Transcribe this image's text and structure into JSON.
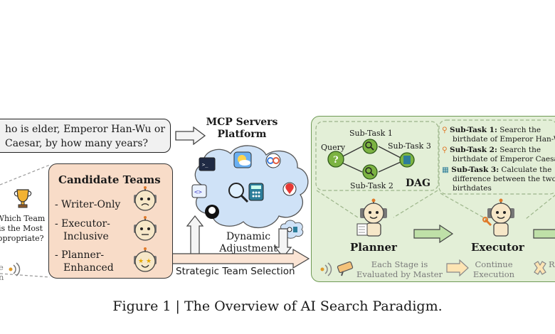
{
  "query": {
    "line1": "ho is elder, Emperor Han-Wu or",
    "line2": "Caesar, by how many years?"
  },
  "mcp": {
    "title_line1": "MCP Servers",
    "title_line2": "Platform",
    "dynamic_line1": "Dynamic",
    "dynamic_line2": "Adjustment"
  },
  "left_partial": {
    "q_line1": "Which Team",
    "q_line2": "is the Most",
    "q_line3": "ppropriate?",
    "frag1": "e",
    "frag2": "n"
  },
  "candidates": {
    "title": "Candidate Teams",
    "teams": [
      {
        "line1": "- Writer-Only",
        "line2": ""
      },
      {
        "line1": "- Executor-",
        "line2": "Inclusive"
      },
      {
        "line1": "- Planner-",
        "line2": "Enhanced"
      }
    ]
  },
  "strategic_label": "Strategic Team Selection",
  "dag": {
    "label": "DAG",
    "query_node": "Query",
    "subtask1": "Sub-Task 1",
    "subtask2": "Sub-Task 2",
    "subtask3": "Sub-Task 3"
  },
  "subtasks": [
    {
      "title": "Sub-Task 1:",
      "text1": " Search the",
      "text2": "birthdate of Emperor Han-W"
    },
    {
      "title": "Sub-Task 2:",
      "text1": " Search the",
      "text2": "birthdate of Emperor Caesar"
    },
    {
      "title": "Sub-Task 3:",
      "text1": " Calculate the",
      "text2": "difference between the two",
      "text3": "birthdates"
    }
  ],
  "roles": {
    "planner": "Planner",
    "executor": "Executor"
  },
  "bottom": {
    "each_stage_line1": "Each Stage is",
    "each_stage_line2": "Evaluated by Master",
    "continue_line1": "Continue",
    "continue_line2": "Execution",
    "r_frag": "R"
  },
  "caption": "Figure 1 | The Overview of AI Search Paradigm.",
  "colors": {
    "orange_panel": "#f8dcc8",
    "green_panel": "#e3efd7",
    "cloud": "#cfe2f7",
    "node_green": "#7cb342"
  }
}
